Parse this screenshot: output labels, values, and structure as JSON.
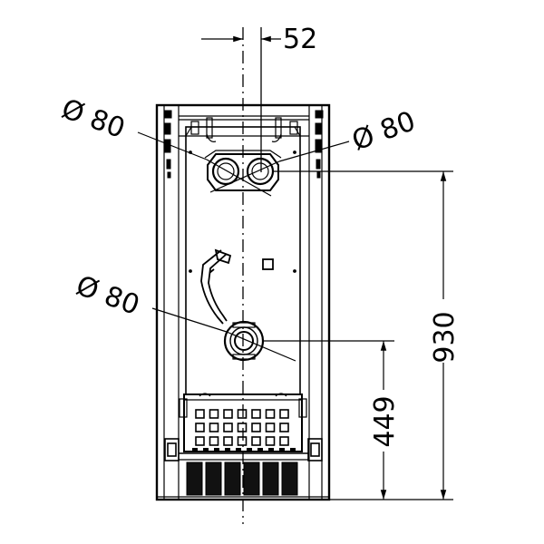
{
  "dimensions": {
    "spacing_top": "52",
    "diameter_left": "Ø 80",
    "diameter_right": "Ø 80",
    "diameter_mid": "Ø 80",
    "height_total": "930",
    "height_lower": "449"
  }
}
